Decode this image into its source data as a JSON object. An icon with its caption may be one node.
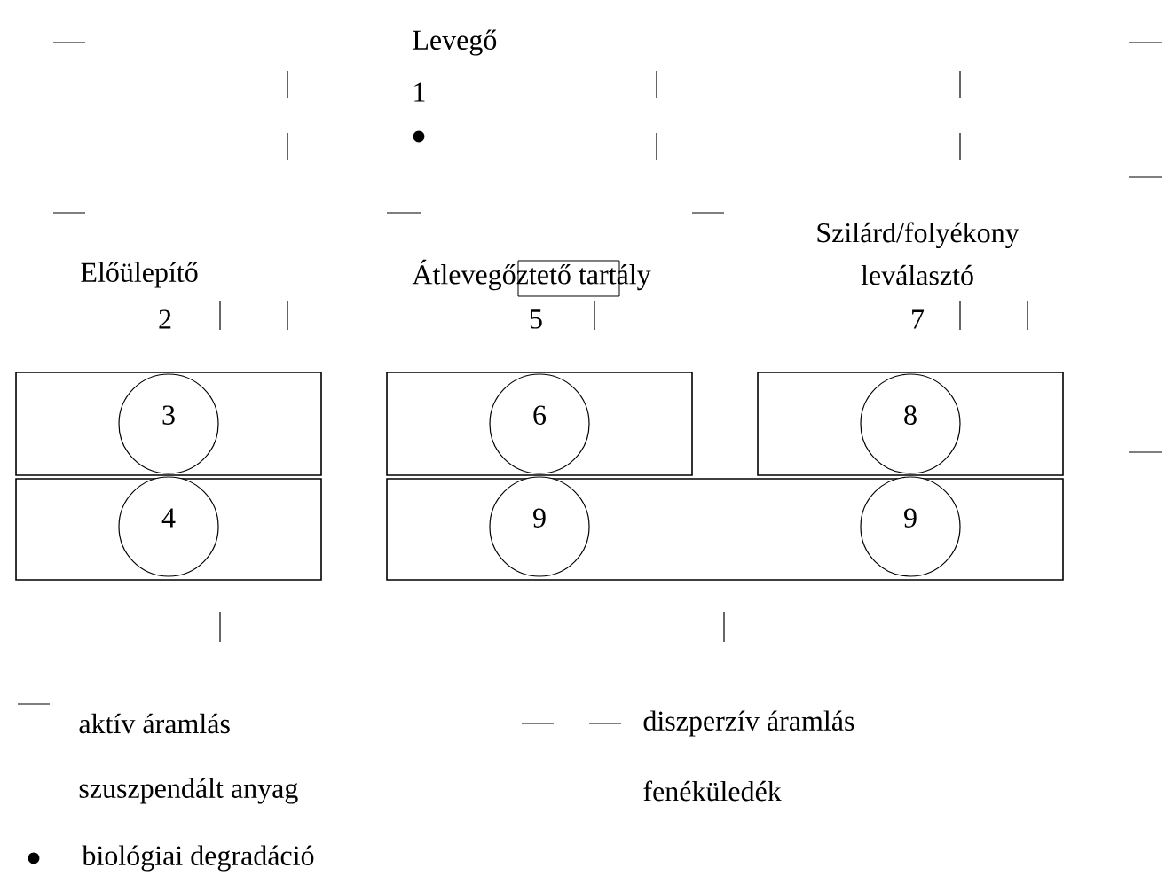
{
  "diagram": {
    "nodes": [
      {
        "text": [],
        "shape": "box"
      },
      {
        "text": [
          "3"
        ],
        "in": 0
      },
      {
        "text": [],
        "shape": "box"
      },
      {
        "text": [
          "4"
        ],
        "in": 2
      },
      {
        "text": [],
        "shape": "box"
      },
      {
        "text": [
          "6"
        ],
        "in": 4
      },
      {
        "text": [],
        "shape": "box"
      },
      {
        "text": [
          "8"
        ],
        "in": 6
      },
      {
        "text": [],
        "shape": "box"
      },
      {
        "text": [
          "9"
        ],
        "in": 8
      },
      {
        "text": [
          "9"
        ],
        "in": 8
      }
    ],
    "labels": [
      "Levegő",
      "1",
      "Előülepítő",
      "Átlevegőztető tartály",
      "Szilárd/folyékony leválasztó",
      "2",
      "5",
      "7"
    ],
    "legend": [
      {
        "text": "aktív áramlás"
      },
      {
        "text": "diszperzív áramlás"
      },
      {
        "text": "szuszpendált anyag"
      },
      {
        "text": "fenéküledék"
      },
      {
        "text": "biológiai degradáció"
      }
    ]
  }
}
